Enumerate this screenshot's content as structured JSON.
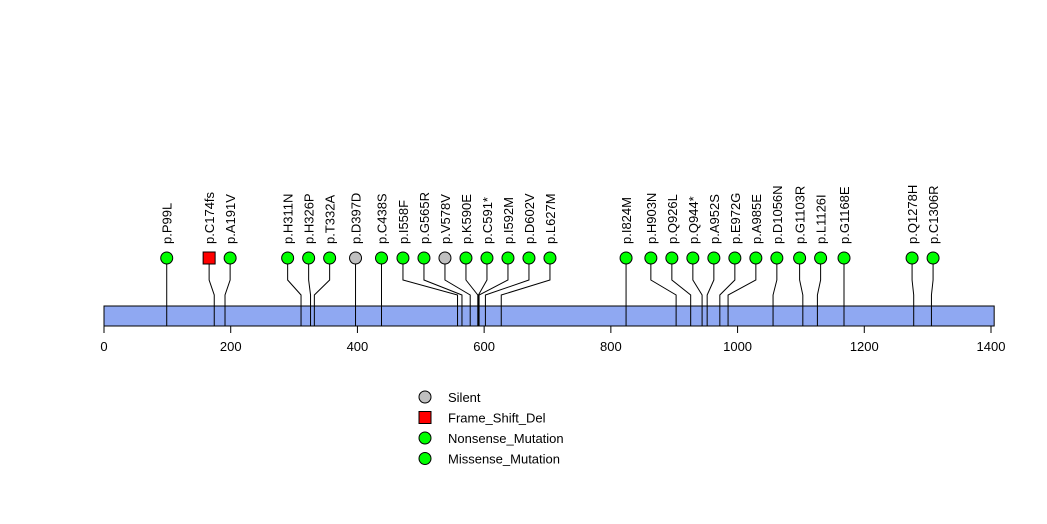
{
  "chart_data": {
    "type": "lollipop",
    "xlim": [
      0,
      1405
    ],
    "x_ticks": [
      0,
      200,
      400,
      600,
      800,
      1000,
      1200,
      1400
    ],
    "protein_length": 1405,
    "colors": {
      "Silent": "#c0c0c0",
      "Frame_Shift_Del": "#ff0000",
      "Nonsense_Mutation": "#00ff00",
      "Missense_Mutation": "#00ff00",
      "bar": "#8fa8f2"
    },
    "legend": [
      {
        "label": "Silent",
        "shape": "circle",
        "color": "#c0c0c0"
      },
      {
        "label": "Frame_Shift_Del",
        "shape": "square",
        "color": "#ff0000"
      },
      {
        "label": "Nonsense_Mutation",
        "shape": "circle",
        "color": "#00ff00"
      },
      {
        "label": "Missense_Mutation",
        "shape": "circle",
        "color": "#00ff00"
      }
    ],
    "mutations": [
      {
        "label": "p.P99L",
        "pos": 99,
        "type": "Missense_Mutation"
      },
      {
        "label": "p.C174fs",
        "pos": 174,
        "type": "Frame_Shift_Del"
      },
      {
        "label": "p.A191V",
        "pos": 191,
        "type": "Missense_Mutation"
      },
      {
        "label": "p.H311N",
        "pos": 311,
        "type": "Missense_Mutation"
      },
      {
        "label": "p.H326P",
        "pos": 326,
        "type": "Missense_Mutation"
      },
      {
        "label": "p.T332A",
        "pos": 332,
        "type": "Missense_Mutation"
      },
      {
        "label": "p.D397D",
        "pos": 397,
        "type": "Silent"
      },
      {
        "label": "p.C438S",
        "pos": 438,
        "type": "Missense_Mutation"
      },
      {
        "label": "p.I558F",
        "pos": 558,
        "type": "Missense_Mutation"
      },
      {
        "label": "p.G565R",
        "pos": 565,
        "type": "Missense_Mutation"
      },
      {
        "label": "p.V578V",
        "pos": 578,
        "type": "Silent"
      },
      {
        "label": "p.K590E",
        "pos": 590,
        "type": "Missense_Mutation"
      },
      {
        "label": "p.C591*",
        "pos": 591,
        "type": "Nonsense_Mutation"
      },
      {
        "label": "p.I592M",
        "pos": 592,
        "type": "Missense_Mutation"
      },
      {
        "label": "p.D602V",
        "pos": 602,
        "type": "Missense_Mutation"
      },
      {
        "label": "p.L627M",
        "pos": 627,
        "type": "Missense_Mutation"
      },
      {
        "label": "p.I824M",
        "pos": 824,
        "type": "Missense_Mutation"
      },
      {
        "label": "p.H903N",
        "pos": 903,
        "type": "Missense_Mutation"
      },
      {
        "label": "p.Q926L",
        "pos": 926,
        "type": "Missense_Mutation"
      },
      {
        "label": "p.Q944*",
        "pos": 944,
        "type": "Nonsense_Mutation"
      },
      {
        "label": "p.A952S",
        "pos": 952,
        "type": "Missense_Mutation"
      },
      {
        "label": "p.E972G",
        "pos": 972,
        "type": "Missense_Mutation"
      },
      {
        "label": "p.A985E",
        "pos": 985,
        "type": "Missense_Mutation"
      },
      {
        "label": "p.D1056N",
        "pos": 1056,
        "type": "Missense_Mutation"
      },
      {
        "label": "p.G1103R",
        "pos": 1103,
        "type": "Missense_Mutation"
      },
      {
        "label": "p.L1126I",
        "pos": 1126,
        "type": "Missense_Mutation"
      },
      {
        "label": "p.G1168E",
        "pos": 1168,
        "type": "Missense_Mutation"
      },
      {
        "label": "p.Q1278H",
        "pos": 1278,
        "type": "Missense_Mutation"
      },
      {
        "label": "p.C1306R",
        "pos": 1306,
        "type": "Missense_Mutation"
      }
    ]
  }
}
